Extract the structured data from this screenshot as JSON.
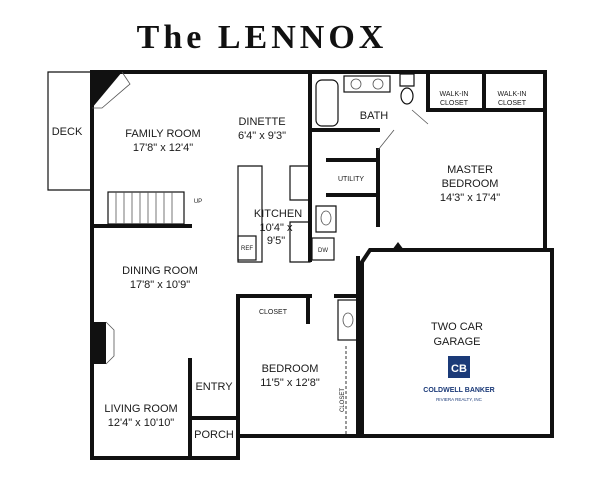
{
  "title": "The LENNOX",
  "rooms": {
    "deck": "DECK",
    "family_room": {
      "name": "FAMILY ROOM",
      "size": "17'8\" x 12'4\""
    },
    "dinette": {
      "name": "DINETTE",
      "size": "6'4\" x 9'3\""
    },
    "bath": "BATH",
    "walk_in_closet_1": {
      "line1": "WALK-IN",
      "line2": "CLOSET"
    },
    "walk_in_closet_2": {
      "line1": "WALK-IN",
      "line2": "CLOSET"
    },
    "master_bedroom": {
      "name_line1": "MASTER",
      "name_line2": "BEDROOM",
      "size": "14'3\" x 17'4\""
    },
    "utility": "UTILITY",
    "kitchen": {
      "name": "KITCHEN",
      "size_line1": "10'4\" x",
      "size_line2": "9'5\""
    },
    "refrigerator": "REF",
    "dishwasher": "DW",
    "stairs_up": "UP",
    "dining_room": {
      "name": "DINING ROOM",
      "size": "17'8\" x 10'9\""
    },
    "closet": "CLOSET",
    "garage": {
      "line1": "TWO CAR",
      "line2": "GARAGE"
    },
    "bedroom": {
      "name": "BEDROOM",
      "size": "11'5\" x 12'8\""
    },
    "bedroom_closet": "CLOSET",
    "entry": "ENTRY",
    "living_room": {
      "name": "LIVING ROOM",
      "size": "12'4\" x 10'10\""
    },
    "porch": "PORCH"
  },
  "brand": {
    "monogram": "CB",
    "name": "COLDWELL BANKER",
    "subname": "RIVIERA REALTY, INC",
    "color": "#1b3a78"
  }
}
